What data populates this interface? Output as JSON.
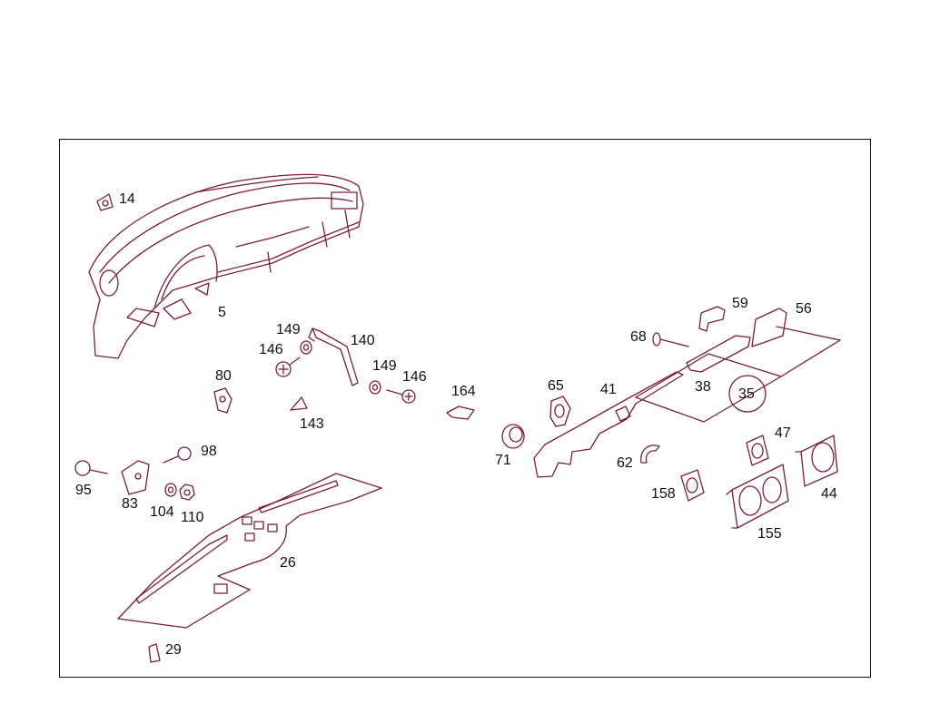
{
  "callouts": {
    "c14": "14",
    "c5": "5",
    "c149a": "149",
    "c140": "140",
    "c146a": "146",
    "c149b": "149",
    "c146b": "146",
    "c80": "80",
    "c143": "143",
    "c164": "164",
    "c65": "65",
    "c41": "41",
    "c68": "68",
    "c59": "59",
    "c56": "56",
    "c38": "38",
    "c35": "35",
    "c71": "71",
    "c98": "98",
    "c95": "95",
    "c83": "83",
    "c104": "104",
    "c110": "110",
    "c62": "62",
    "c47": "47",
    "c44": "44",
    "c158": "158",
    "c155": "155",
    "c26": "26",
    "c29": "29"
  },
  "colors": {
    "line": "#7a1f33",
    "frame": "#111111",
    "background": "#ffffff"
  }
}
